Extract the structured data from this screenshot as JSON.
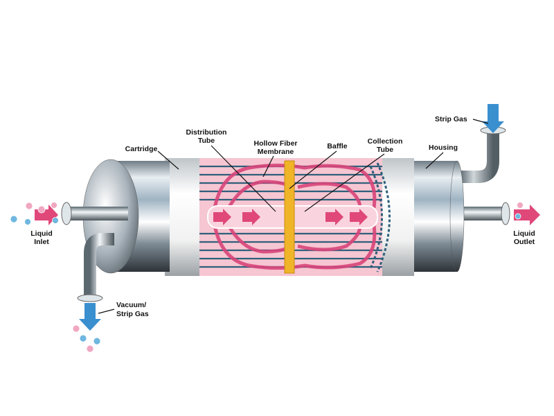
{
  "labels": {
    "strip_gas": "Strip Gas",
    "distribution_tube": [
      "Distribution",
      "Tube"
    ],
    "hollow_fiber_membrane": [
      "Hollow Fiber",
      "Membrane"
    ],
    "baffle": "Baffle",
    "collection_tube": [
      "Collection",
      "Tube"
    ],
    "cartridge": "Cartridge",
    "housing": "Housing",
    "liquid_inlet": [
      "Liquid",
      "Inlet"
    ],
    "liquid_outlet": [
      "Liquid",
      "Outlet"
    ],
    "vacuum_strip_gas": [
      "Vacuum/",
      "Strip Gas"
    ]
  },
  "colors": {
    "liquid": "#e0487a",
    "gas": "#3a8fcf",
    "membrane_bg": "#f6c6d2",
    "fiber": "#2f5f7a",
    "baffle": "#f0b429",
    "steel": "#b8c3cc"
  }
}
